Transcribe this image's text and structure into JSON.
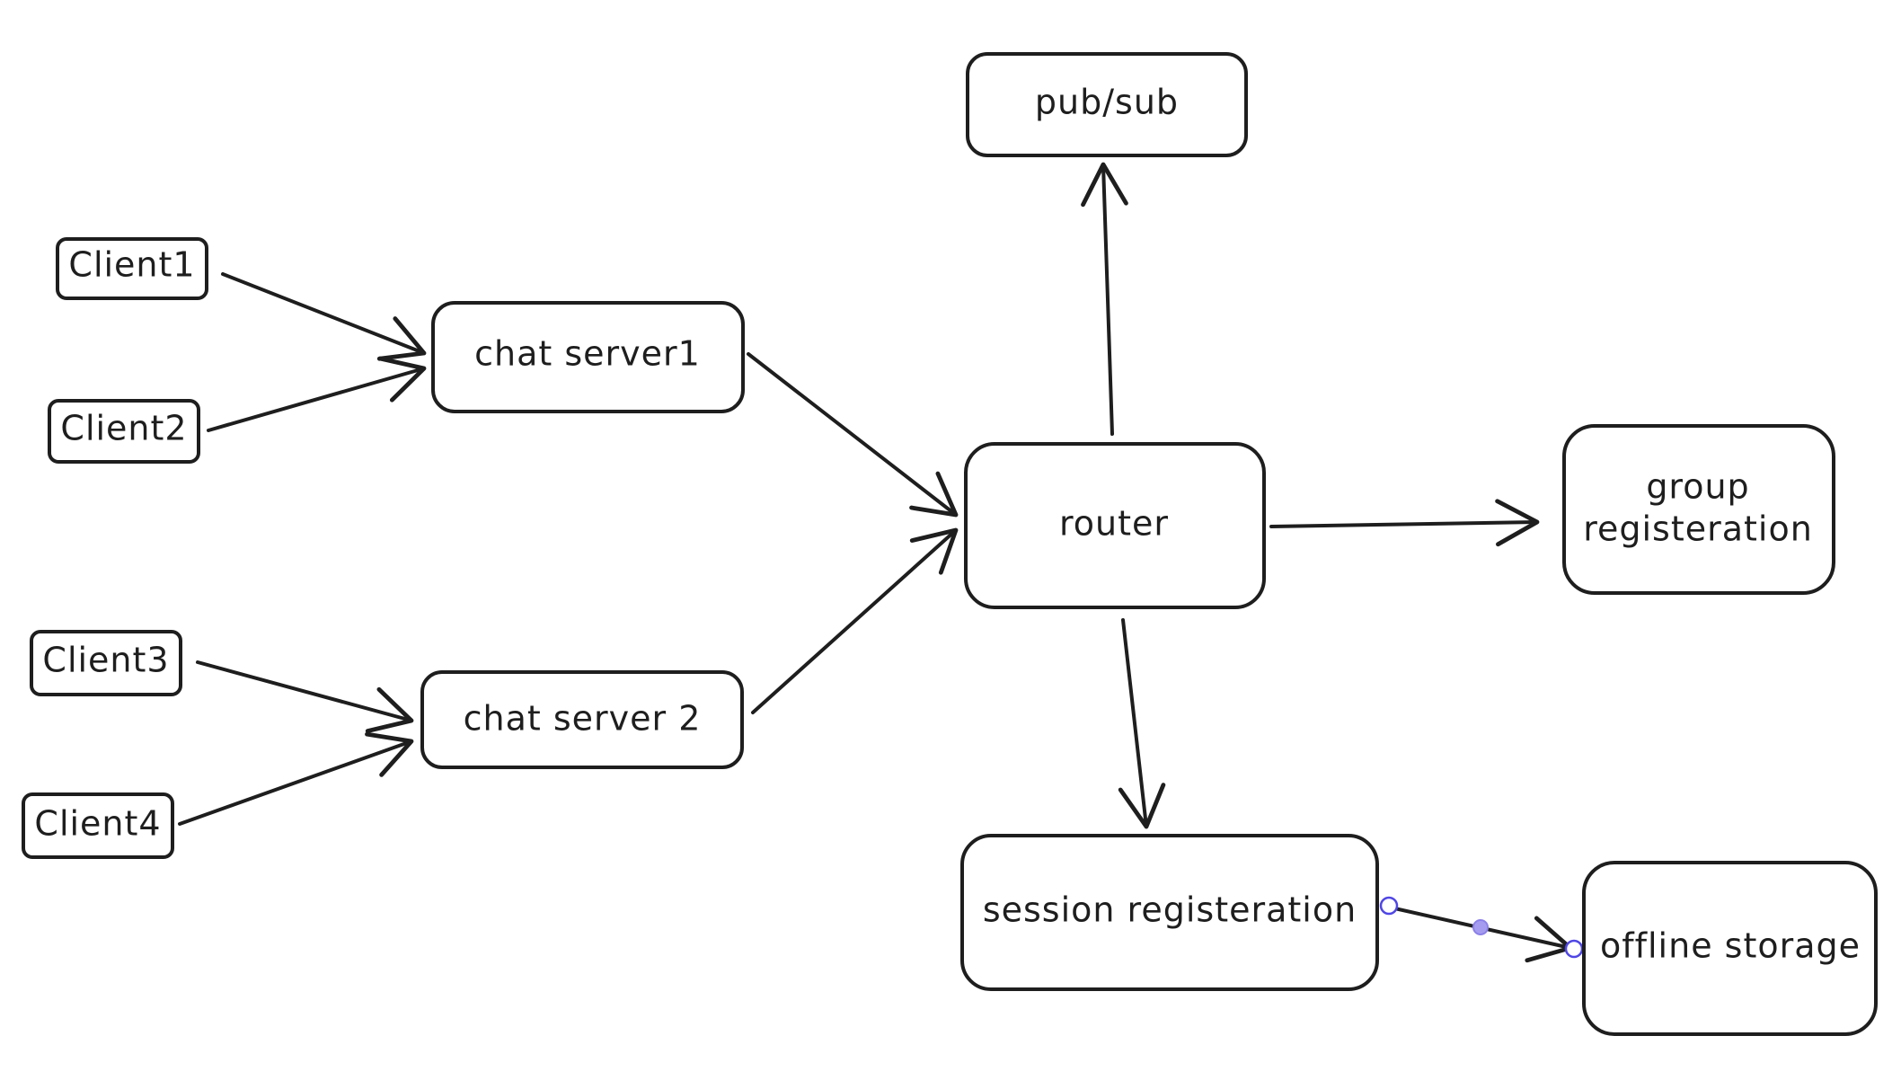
{
  "nodes": {
    "client1": "Client1",
    "client2": "Client2",
    "client3": "Client3",
    "client4": "Client4",
    "chat_server1": "chat server1",
    "chat_server2": "chat server 2",
    "router": "router",
    "pubsub": "pub/sub",
    "group_registeration_line1": "group",
    "group_registeration_line2": "registeration",
    "session_registeration": "session registeration",
    "offline_storage": "offline storage"
  },
  "edges": [
    {
      "from": "Client1",
      "to": "chat server1"
    },
    {
      "from": "Client2",
      "to": "chat server1"
    },
    {
      "from": "Client3",
      "to": "chat server 2"
    },
    {
      "from": "Client4",
      "to": "chat server 2"
    },
    {
      "from": "chat server1",
      "to": "router"
    },
    {
      "from": "chat server 2",
      "to": "router"
    },
    {
      "from": "router",
      "to": "pub/sub"
    },
    {
      "from": "router",
      "to": "group registeration"
    },
    {
      "from": "router",
      "to": "session registeration"
    },
    {
      "from": "session registeration",
      "to": "offline storage",
      "selected": true
    }
  ],
  "colors": {
    "stroke": "#1e1e1e",
    "background": "#ffffff",
    "selection": "#4f46e5"
  }
}
